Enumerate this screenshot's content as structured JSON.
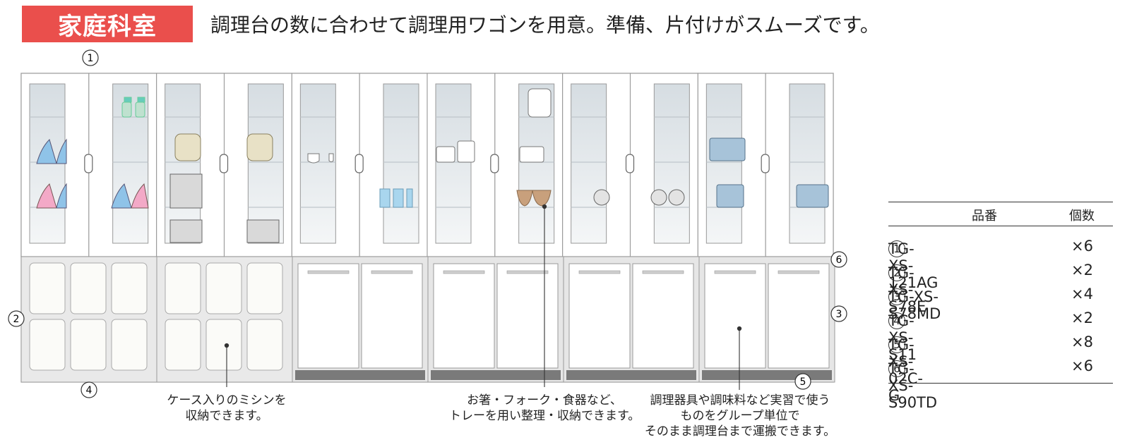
{
  "title": "家庭科室",
  "headline": "調理台の数に合わせて調理用ワゴンを用意。準備、片付けがスムーズです。",
  "markers": [
    "1",
    "2",
    "3",
    "4",
    "5",
    "6"
  ],
  "captions": {
    "sewing": [
      "ケース入りのミシンを",
      "収納できます。"
    ],
    "utensils": [
      "お箸・フォーク・食器など、",
      "トレーを用い整理・収納できます。"
    ],
    "wagon": [
      "調理器具や調味料など実習で使う",
      "ものをグループ単位で",
      "そのまま調理台まで運搬できます。"
    ]
  },
  "table": {
    "header_part": "品番",
    "header_qty": "個数",
    "rows": [
      {
        "no": "1",
        "part": "TG-XS-121AG",
        "qty": "×6"
      },
      {
        "no": "2",
        "part": "TG-XS-S78E",
        "qty": "×2"
      },
      {
        "no": "3",
        "part": "TG-XS-S78MD",
        "qty": "×4"
      },
      {
        "no": "4",
        "part": "TG-XS-S11",
        "qty": "×2"
      },
      {
        "no": "5",
        "part": "TG-XS-02C-G",
        "qty": "×8"
      },
      {
        "no": "6",
        "part": "TG-XS-S90TD",
        "qty": "×6"
      }
    ]
  },
  "colors": {
    "accent": "#ea4f4c",
    "cabinet_line": "#9a9a9a",
    "glass": "#e2e7eb",
    "lower_frame": "#e9e9e9",
    "base": "#7a7a7a"
  }
}
